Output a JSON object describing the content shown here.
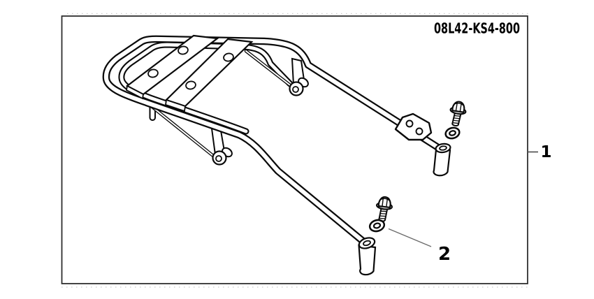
{
  "diagram": {
    "part_number": "08L42-KS4-800",
    "callout_1": "1",
    "callout_2": "2"
  },
  "colors": {
    "background": "#ffffff",
    "line": "#0a0a0a",
    "border": "#2f2f2f",
    "leader_1": "#4a4a4a",
    "leader_2": "#6a6a6a"
  }
}
